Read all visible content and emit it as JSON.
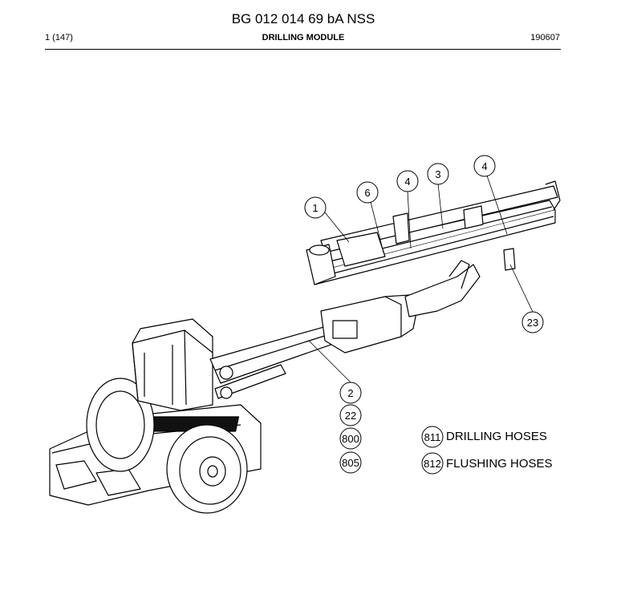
{
  "header": {
    "doc_number": "BG 012 014 69 bA NSS",
    "page_ref": "1 (147)",
    "section_title": "DRILLING MODULE",
    "date_code": "190607"
  },
  "callouts": [
    "1",
    "6",
    "4",
    "3",
    "4",
    "23",
    "2",
    "22",
    "800",
    "805"
  ],
  "legend": [
    {
      "code": "811",
      "label": "DRILLING HOSES"
    },
    {
      "code": "812",
      "label": "FLUSHING HOSES"
    }
  ]
}
